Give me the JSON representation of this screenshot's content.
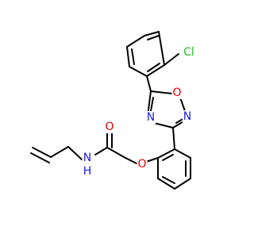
{
  "colors": {
    "background": "#ffffff",
    "bond": "#000000",
    "chlorine": "#1fbf1f",
    "oxygen": "#e00000",
    "nitrogen": "#2020e0"
  },
  "atoms": {
    "cl": "Cl",
    "o_ring": "O",
    "n_ring_right": "N",
    "n_ring_left": "N",
    "o_carbonyl": "O",
    "o_ether": "O",
    "n_amide": "N",
    "h_amide": "H"
  }
}
